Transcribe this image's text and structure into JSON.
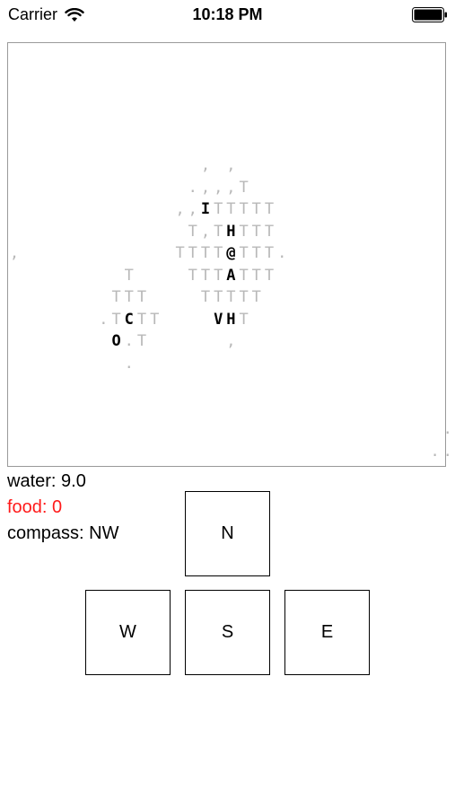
{
  "status_bar": {
    "carrier": "Carrier",
    "time": "10:18 PM",
    "wifi_icon": "wifi-icon",
    "battery_icon": "battery-full-icon"
  },
  "map": {
    "tiles": [
      {
        "col": 15,
        "row": 0,
        "ch": ",",
        "bold": false
      },
      {
        "col": 17,
        "row": 0,
        "ch": ",",
        "bold": false
      },
      {
        "col": 14,
        "row": 1,
        "ch": ".",
        "bold": false
      },
      {
        "col": 15,
        "row": 1,
        "ch": ",",
        "bold": false
      },
      {
        "col": 16,
        "row": 1,
        "ch": ",",
        "bold": false
      },
      {
        "col": 17,
        "row": 1,
        "ch": ",",
        "bold": false
      },
      {
        "col": 18,
        "row": 1,
        "ch": "T",
        "bold": false
      },
      {
        "col": 13,
        "row": 2,
        "ch": ",",
        "bold": false
      },
      {
        "col": 14,
        "row": 2,
        "ch": ",",
        "bold": false
      },
      {
        "col": 15,
        "row": 2,
        "ch": "I",
        "bold": true
      },
      {
        "col": 16,
        "row": 2,
        "ch": "T",
        "bold": false
      },
      {
        "col": 17,
        "row": 2,
        "ch": "T",
        "bold": false
      },
      {
        "col": 18,
        "row": 2,
        "ch": "T",
        "bold": false
      },
      {
        "col": 19,
        "row": 2,
        "ch": "T",
        "bold": false
      },
      {
        "col": 20,
        "row": 2,
        "ch": "T",
        "bold": false
      },
      {
        "col": 14,
        "row": 3,
        "ch": "T",
        "bold": false
      },
      {
        "col": 15,
        "row": 3,
        "ch": ",",
        "bold": false
      },
      {
        "col": 16,
        "row": 3,
        "ch": "T",
        "bold": false
      },
      {
        "col": 17,
        "row": 3,
        "ch": "H",
        "bold": true
      },
      {
        "col": 18,
        "row": 3,
        "ch": "T",
        "bold": false
      },
      {
        "col": 19,
        "row": 3,
        "ch": "T",
        "bold": false
      },
      {
        "col": 20,
        "row": 3,
        "ch": "T",
        "bold": false
      },
      {
        "col": 0,
        "row": 4,
        "ch": ",",
        "bold": false
      },
      {
        "col": 13,
        "row": 4,
        "ch": "T",
        "bold": false
      },
      {
        "col": 14,
        "row": 4,
        "ch": "T",
        "bold": false
      },
      {
        "col": 15,
        "row": 4,
        "ch": "T",
        "bold": false
      },
      {
        "col": 16,
        "row": 4,
        "ch": "T",
        "bold": false
      },
      {
        "col": 17,
        "row": 4,
        "ch": "@",
        "bold": true
      },
      {
        "col": 18,
        "row": 4,
        "ch": "T",
        "bold": false
      },
      {
        "col": 19,
        "row": 4,
        "ch": "T",
        "bold": false
      },
      {
        "col": 20,
        "row": 4,
        "ch": "T",
        "bold": false
      },
      {
        "col": 21,
        "row": 4,
        "ch": ".",
        "bold": false
      },
      {
        "col": 9,
        "row": 5,
        "ch": "T",
        "bold": false
      },
      {
        "col": 14,
        "row": 5,
        "ch": "T",
        "bold": false
      },
      {
        "col": 15,
        "row": 5,
        "ch": "T",
        "bold": false
      },
      {
        "col": 16,
        "row": 5,
        "ch": "T",
        "bold": false
      },
      {
        "col": 17,
        "row": 5,
        "ch": "A",
        "bold": true
      },
      {
        "col": 18,
        "row": 5,
        "ch": "T",
        "bold": false
      },
      {
        "col": 19,
        "row": 5,
        "ch": "T",
        "bold": false
      },
      {
        "col": 20,
        "row": 5,
        "ch": "T",
        "bold": false
      },
      {
        "col": 8,
        "row": 6,
        "ch": "T",
        "bold": false
      },
      {
        "col": 9,
        "row": 6,
        "ch": "T",
        "bold": false
      },
      {
        "col": 10,
        "row": 6,
        "ch": "T",
        "bold": false
      },
      {
        "col": 15,
        "row": 6,
        "ch": "T",
        "bold": false
      },
      {
        "col": 16,
        "row": 6,
        "ch": "T",
        "bold": false
      },
      {
        "col": 17,
        "row": 6,
        "ch": "T",
        "bold": false
      },
      {
        "col": 18,
        "row": 6,
        "ch": "T",
        "bold": false
      },
      {
        "col": 19,
        "row": 6,
        "ch": "T",
        "bold": false
      },
      {
        "col": 7,
        "row": 7,
        "ch": ".",
        "bold": false
      },
      {
        "col": 8,
        "row": 7,
        "ch": "T",
        "bold": false
      },
      {
        "col": 9,
        "row": 7,
        "ch": "C",
        "bold": true
      },
      {
        "col": 10,
        "row": 7,
        "ch": "T",
        "bold": false
      },
      {
        "col": 11,
        "row": 7,
        "ch": "T",
        "bold": false
      },
      {
        "col": 16,
        "row": 7,
        "ch": "V",
        "bold": true
      },
      {
        "col": 17,
        "row": 7,
        "ch": "H",
        "bold": true
      },
      {
        "col": 18,
        "row": 7,
        "ch": "T",
        "bold": false
      },
      {
        "col": 8,
        "row": 8,
        "ch": "O",
        "bold": true
      },
      {
        "col": 9,
        "row": 8,
        "ch": ".",
        "bold": false
      },
      {
        "col": 10,
        "row": 8,
        "ch": "T",
        "bold": false
      },
      {
        "col": 17,
        "row": 8,
        "ch": ",",
        "bold": false
      },
      {
        "col": 9,
        "row": 9,
        "ch": ".",
        "bold": false
      },
      {
        "col": 34,
        "row": 12,
        "ch": ".",
        "bold": false
      },
      {
        "col": 33,
        "row": 13,
        "ch": ".",
        "bold": false
      },
      {
        "col": 34,
        "row": 13,
        "ch": ".",
        "bold": false
      }
    ]
  },
  "stats": {
    "water": "water: 9.0",
    "food": "food: 0",
    "compass": "compass: NW"
  },
  "controls": {
    "north": "N",
    "west": "W",
    "south": "S",
    "east": "E"
  }
}
